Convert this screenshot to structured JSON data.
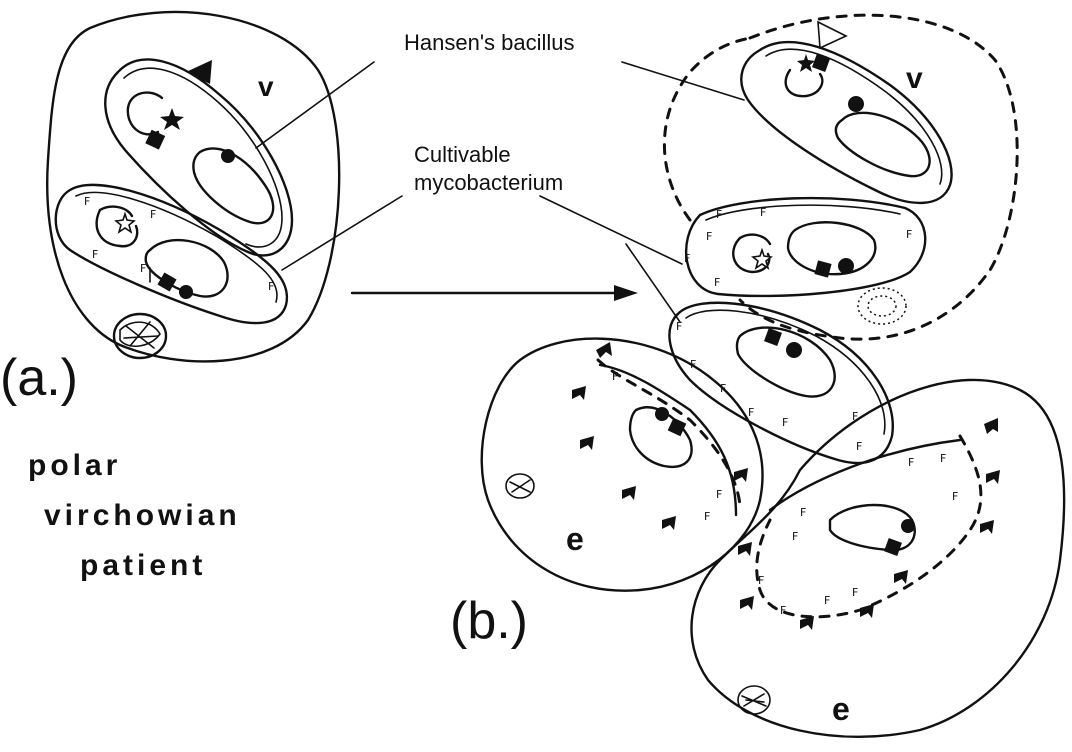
{
  "labels": {
    "hansens_bacillus": "Hansen's bacillus",
    "cultivable_line1": "Cultivable",
    "cultivable_line2": "mycobacterium",
    "panel_a": "(a.)",
    "panel_b": "(b.)",
    "patient_line1": "polar",
    "patient_line2": "virchowian",
    "patient_line3": "patient",
    "vacuole": "v",
    "epithelioid": "e",
    "fibril": "F"
  },
  "colors": {
    "ink": "#111111",
    "paper": "#ffffff"
  }
}
